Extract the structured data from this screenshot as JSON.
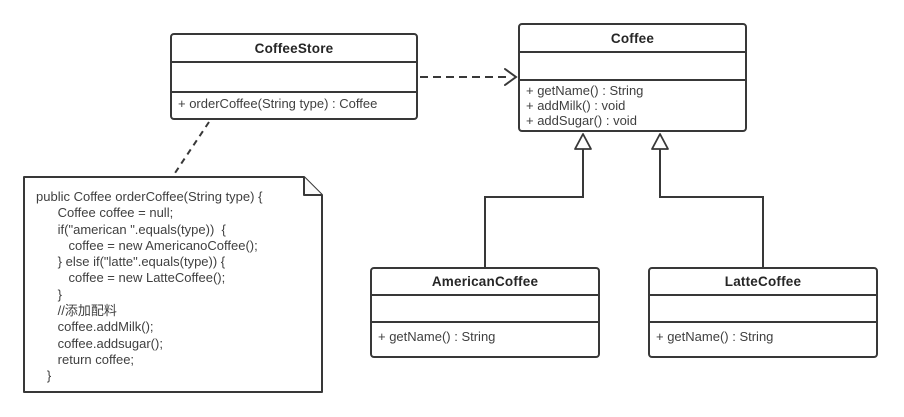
{
  "diagram": {
    "type": "uml-class-diagram",
    "colors": {
      "stroke": "#383838",
      "text": "#3f3f3f",
      "title_text": "#262626",
      "background": "#ffffff"
    },
    "classes": {
      "coffee_store": {
        "title": "CoffeeStore",
        "attributes": [],
        "methods": [
          "+ orderCoffee(String type) : Coffee"
        ]
      },
      "coffee": {
        "title": "Coffee",
        "attributes": [],
        "methods": [
          "+ getName() : String",
          "+ addMilk() : void",
          "+ addSugar() : void"
        ]
      },
      "american_coffee": {
        "title": "AmericanCoffee",
        "attributes": [],
        "methods": [
          "+ getName() : String"
        ]
      },
      "latte_coffee": {
        "title": "LatteCoffee",
        "attributes": [],
        "methods": [
          "+ getName() : String"
        ]
      }
    },
    "relations": [
      {
        "type": "dependency",
        "from": "CoffeeStore",
        "to": "Coffee",
        "line": "dashed",
        "head": "open-arrow"
      },
      {
        "type": "generalization",
        "from": "AmericanCoffee",
        "to": "Coffee",
        "line": "solid",
        "head": "hollow-triangle"
      },
      {
        "type": "generalization",
        "from": "LatteCoffee",
        "to": "Coffee",
        "line": "solid",
        "head": "hollow-triangle"
      },
      {
        "type": "note-anchor",
        "from": "code-note",
        "to": "CoffeeStore",
        "line": "dashed",
        "head": "none"
      }
    ],
    "note": {
      "lines": [
        "public Coffee orderCoffee(String type) {",
        "      Coffee coffee = null;",
        "      if(\"american \".equals(type))  {",
        "         coffee = new AmericanoCoffee();",
        "      } else if(\"latte\".equals(type)) {",
        "         coffee = new LatteCoffee();",
        "      }",
        "      //添加配料",
        "      coffee.addMilk();",
        "      coffee.addsugar();",
        "      return coffee;",
        "   }"
      ]
    }
  }
}
